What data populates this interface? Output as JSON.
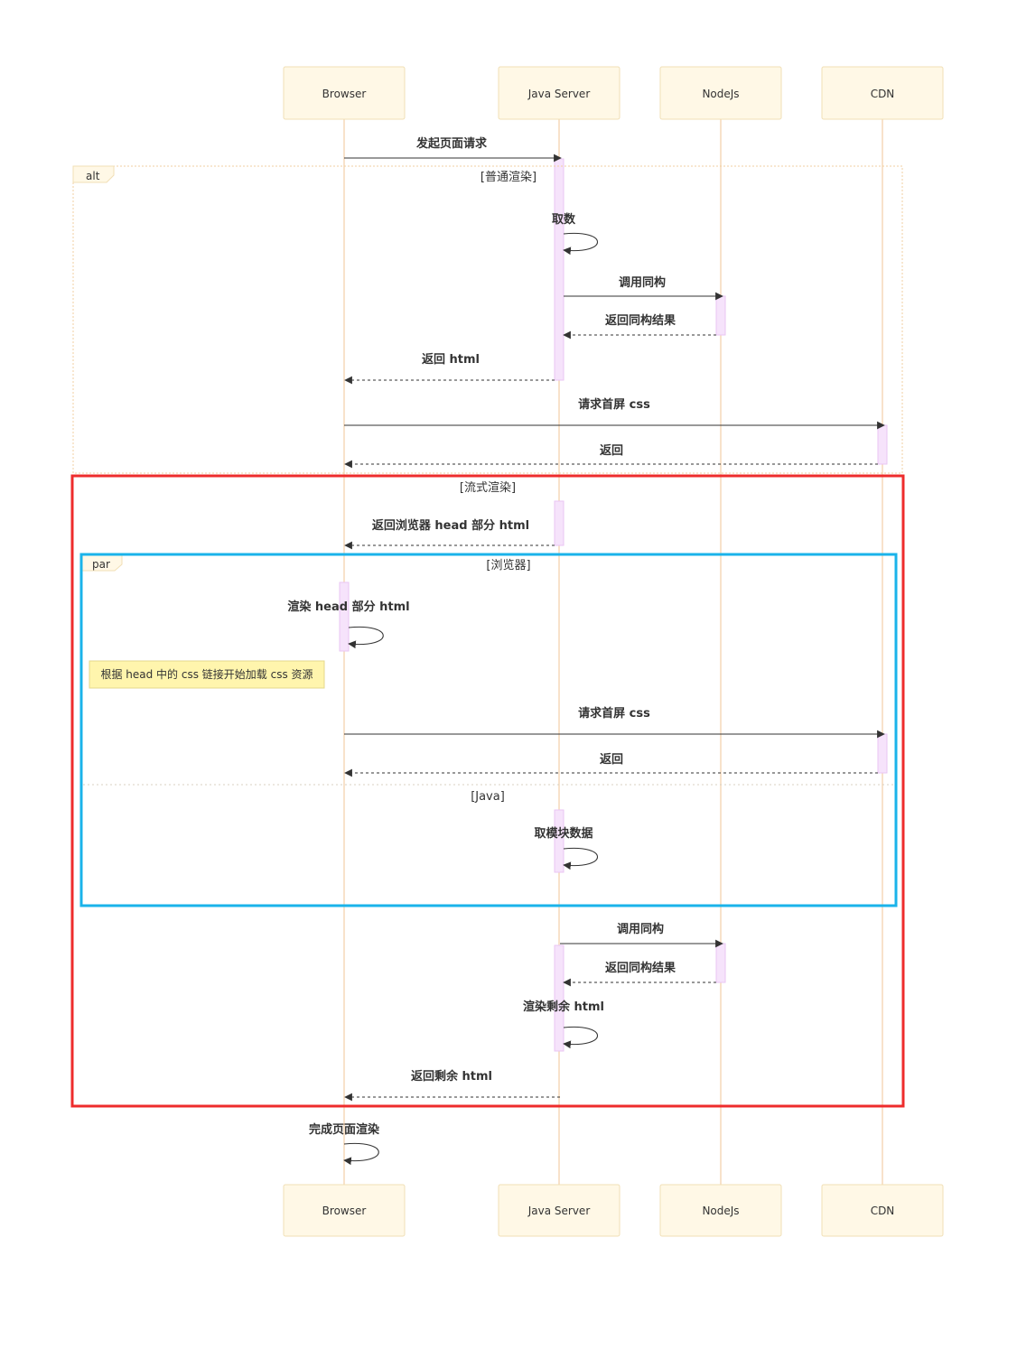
{
  "actors": [
    {
      "id": "browser",
      "label": "Browser"
    },
    {
      "id": "java",
      "label": "Java Server"
    },
    {
      "id": "node",
      "label": "NodeJs"
    },
    {
      "id": "cdn",
      "label": "CDN"
    }
  ],
  "frames": {
    "alt": {
      "tag": "alt",
      "sections": [
        "[普通渲染]",
        "[流式渲染]"
      ]
    },
    "par": {
      "tag": "par",
      "sections": [
        "[浏览器]",
        "[Java]"
      ]
    }
  },
  "note": "根据 head 中的 css 链接开始加载 css 资源",
  "messages": [
    {
      "from": "browser",
      "to": "java",
      "label": "发起页面请求",
      "style": "solid"
    },
    {
      "from": "java",
      "to": "java",
      "label": "取数",
      "style": "self"
    },
    {
      "from": "java",
      "to": "node",
      "label": "调用同构",
      "style": "solid"
    },
    {
      "from": "node",
      "to": "java",
      "label": "返回同构结果",
      "style": "dashed"
    },
    {
      "from": "java",
      "to": "browser",
      "label": "返回 html",
      "style": "dashed"
    },
    {
      "from": "browser",
      "to": "cdn",
      "label": "请求首屏 css",
      "style": "solid"
    },
    {
      "from": "cdn",
      "to": "browser",
      "label": "返回",
      "style": "dashed"
    },
    {
      "from": "java",
      "to": "browser",
      "label": "返回浏览器 head 部分 html",
      "style": "dashed"
    },
    {
      "from": "browser",
      "to": "browser",
      "label": "渲染 head 部分 html",
      "style": "self"
    },
    {
      "from": "browser",
      "to": "cdn",
      "label": "请求首屏 css",
      "style": "solid"
    },
    {
      "from": "cdn",
      "to": "browser",
      "label": "返回",
      "style": "dashed"
    },
    {
      "from": "java",
      "to": "java",
      "label": "取模块数据",
      "style": "self"
    },
    {
      "from": "java",
      "to": "node",
      "label": "调用同构",
      "style": "solid"
    },
    {
      "from": "node",
      "to": "java",
      "label": "返回同构结果",
      "style": "dashed"
    },
    {
      "from": "java",
      "to": "java",
      "label": "渲染剩余 html",
      "style": "self"
    },
    {
      "from": "java",
      "to": "browser",
      "label": "返回剩余 html",
      "style": "dashed"
    },
    {
      "from": "browser",
      "to": "browser",
      "label": "完成页面渲染",
      "style": "self"
    }
  ],
  "colors": {
    "highlight_red": "#ee2c2c",
    "highlight_blue": "#1ab3ea",
    "actor_fill": "#fff8e6",
    "activation": "#f6e3fb",
    "note_fill": "#fff5ad"
  }
}
